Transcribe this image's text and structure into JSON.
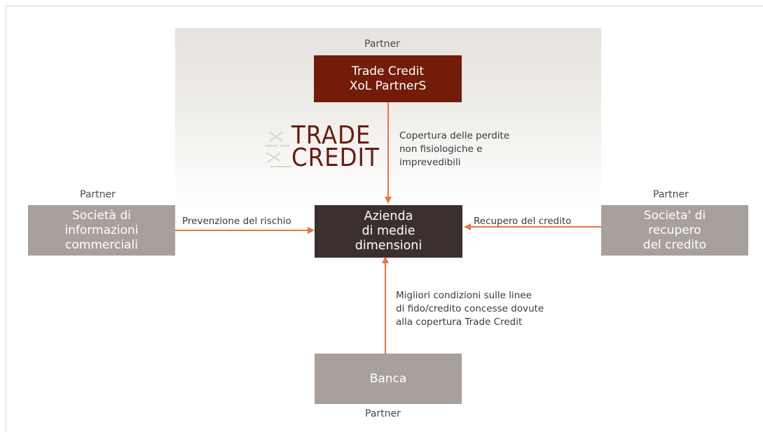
{
  "partner_labels": {
    "top": "Partner",
    "left": "Partner",
    "right": "Partner",
    "bottom": "Partner"
  },
  "nodes": {
    "trade_credit": "Trade Credit\nXoL PartnerS",
    "azienda": "Azienda\ndi medie\ndimensioni",
    "societa_info": "Società di\ninformazioni\ncommerciali",
    "societa_recupero": "Societa' di\nrecupero\ndel credito",
    "banca": "Banca"
  },
  "edges": {
    "top": "Copertura delle perdite\nnon fisiologiche e\nimprevedibili",
    "left": "Prevenzione del rischio",
    "right": "Recupero del credito",
    "bottom": "Migliori condizioni sulle linee\ndi fido/credito concesse dovute\nalla copertura Trade Credit"
  },
  "logo": {
    "line1": "TRADE",
    "line2": "CREDIT"
  },
  "colors": {
    "accent_arrow": "#e8744a",
    "trade_credit_box": "#721c09",
    "azienda_box": "#3b302e",
    "partner_box": "#a8a09b",
    "logo_text": "#6b1b10"
  }
}
